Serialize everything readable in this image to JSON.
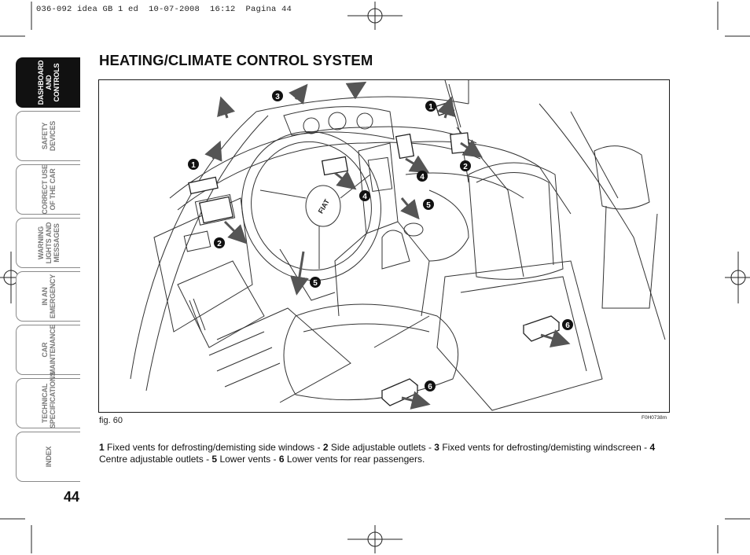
{
  "print_header": "036-092 idea GB 1 ed  10-07-2008  16:12  Pagina 44",
  "side_tabs": [
    {
      "lines": [
        "DASHBOARD",
        "AND CONTROLS"
      ],
      "active": true
    },
    {
      "lines": [
        "SAFETY",
        "DEVICES"
      ],
      "active": false
    },
    {
      "lines": [
        "CORRECT USE",
        "OF THE CAR"
      ],
      "active": false
    },
    {
      "lines": [
        "WARNING",
        "LIGHTS AND",
        "MESSAGES"
      ],
      "active": false
    },
    {
      "lines": [
        "IN AN",
        "EMERGENCY"
      ],
      "active": false
    },
    {
      "lines": [
        "CAR",
        "MAINTENANCE"
      ],
      "active": false
    },
    {
      "lines": [
        "TECHNICAL",
        "SPECIFICATIONS"
      ],
      "active": false
    },
    {
      "lines": [
        "INDEX"
      ],
      "active": false
    }
  ],
  "page_number": "44",
  "title": "HEATING/CLIMATE CONTROL SYSTEM",
  "figure": {
    "label": "fig. 60",
    "code": "F0H0738m",
    "steering_logo": "FIAT",
    "callouts": [
      "1",
      "2",
      "3",
      "4",
      "5",
      "6"
    ]
  },
  "caption_items": [
    {
      "num": "1",
      "text": "Fixed vents for defrosting/demisting side windows"
    },
    {
      "num": "2",
      "text": "Side adjustable outlets"
    },
    {
      "num": "3",
      "text": "Fixed vents for defrosting/demisting windscreen"
    },
    {
      "num": "4",
      "text": "Centre adjustable outlets"
    },
    {
      "num": "5",
      "text": "Lower vents"
    },
    {
      "num": "6",
      "text": "Lower vents for rear passengers."
    }
  ]
}
